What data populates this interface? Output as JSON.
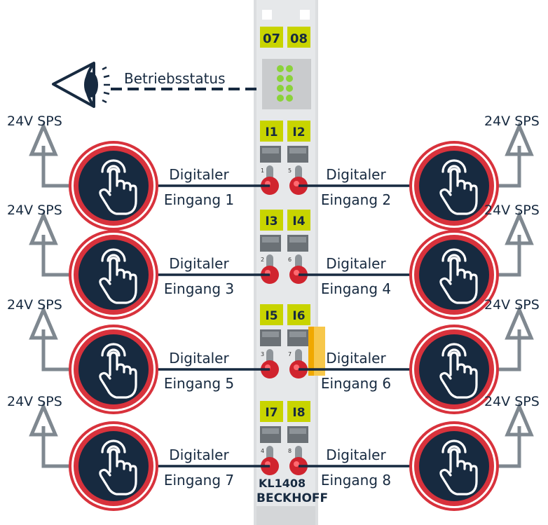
{
  "status_label": "Betriebsstatus",
  "terminal": {
    "model": "KL1408",
    "brand": "BECKHOFF",
    "top_leds": [
      "07",
      "08"
    ],
    "input_leds": [
      [
        "I1",
        "I2"
      ],
      [
        "I3",
        "I4"
      ],
      [
        "I5",
        "I6"
      ],
      [
        "I7",
        "I8"
      ]
    ],
    "contact_numbers": [
      [
        "1",
        "5"
      ],
      [
        "2",
        "6"
      ],
      [
        "3",
        "7"
      ],
      [
        "4",
        "8"
      ]
    ]
  },
  "supply_label": "24V SPS",
  "inputs": [
    {
      "line1": "Digitaler",
      "line2": "Eingang 1"
    },
    {
      "line1": "Digitaler",
      "line2": "Eingang 2"
    },
    {
      "line1": "Digitaler",
      "line2": "Eingang 3"
    },
    {
      "line1": "Digitaler",
      "line2": "Eingang 4"
    },
    {
      "line1": "Digitaler",
      "line2": "Eingang 5"
    },
    {
      "line1": "Digitaler",
      "line2": "Eingang 6"
    },
    {
      "line1": "Digitaler",
      "line2": "Eingang 7"
    },
    {
      "line1": "Digitaler",
      "line2": "Eingang 8"
    }
  ],
  "colors": {
    "led_yellow": "#c8d400",
    "status_led_green": "#8bd23a",
    "button_ring": "#d8323c",
    "button_face": "#172a40",
    "wire": "#172a40",
    "supply_gray": "#7f8890",
    "terminal_body": "#dfe1e3"
  }
}
